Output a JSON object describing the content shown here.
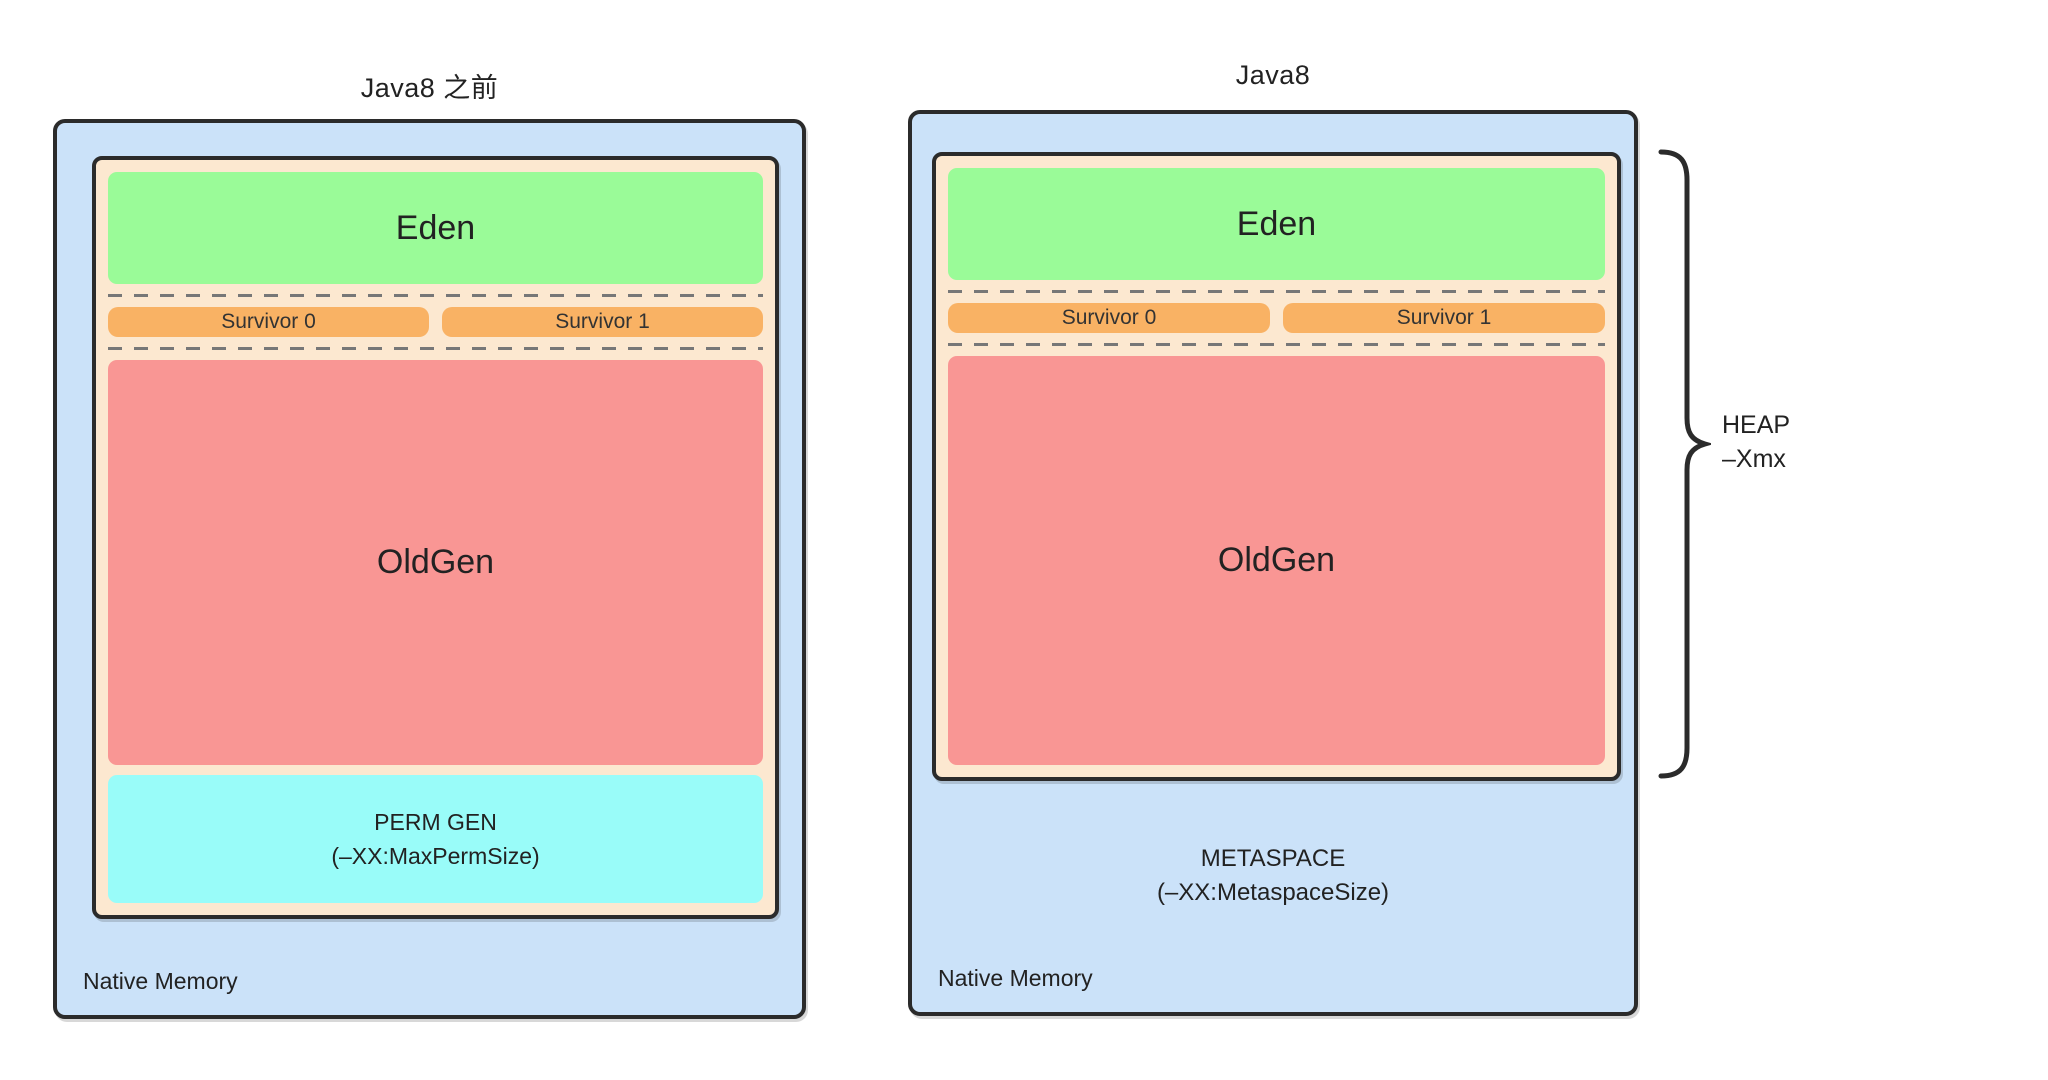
{
  "colors": {
    "background": "#ffffff",
    "native_memory_fill": "#cbe2f9",
    "heap_fill": "#fce8d0",
    "eden_fill": "#9afb98",
    "survivor_fill": "#f9b264",
    "oldgen_fill": "#f99694",
    "permgen_fill": "#99fcf9",
    "border": "#2b2b2b",
    "dash": "#777777",
    "text": "#222222"
  },
  "diagrams": [
    {
      "title": "Java8 之前",
      "native_memory_label": "Native Memory",
      "regions": {
        "eden": "Eden",
        "survivor0": "Survivor 0",
        "survivor1": "Survivor 1",
        "oldgen": "OldGen",
        "permgen_line1": "PERM GEN",
        "permgen_line2": "(–XX:MaxPermSize)"
      }
    },
    {
      "title": "Java8",
      "native_memory_label": "Native Memory",
      "regions": {
        "eden": "Eden",
        "survivor0": "Survivor 0",
        "survivor1": "Survivor 1",
        "oldgen": "OldGen",
        "metaspace_line1": "METASPACE",
        "metaspace_line2": "(–XX:MetaspaceSize)"
      }
    }
  ],
  "heap_annotation": {
    "line1": "HEAP",
    "line2": "–Xmx"
  }
}
